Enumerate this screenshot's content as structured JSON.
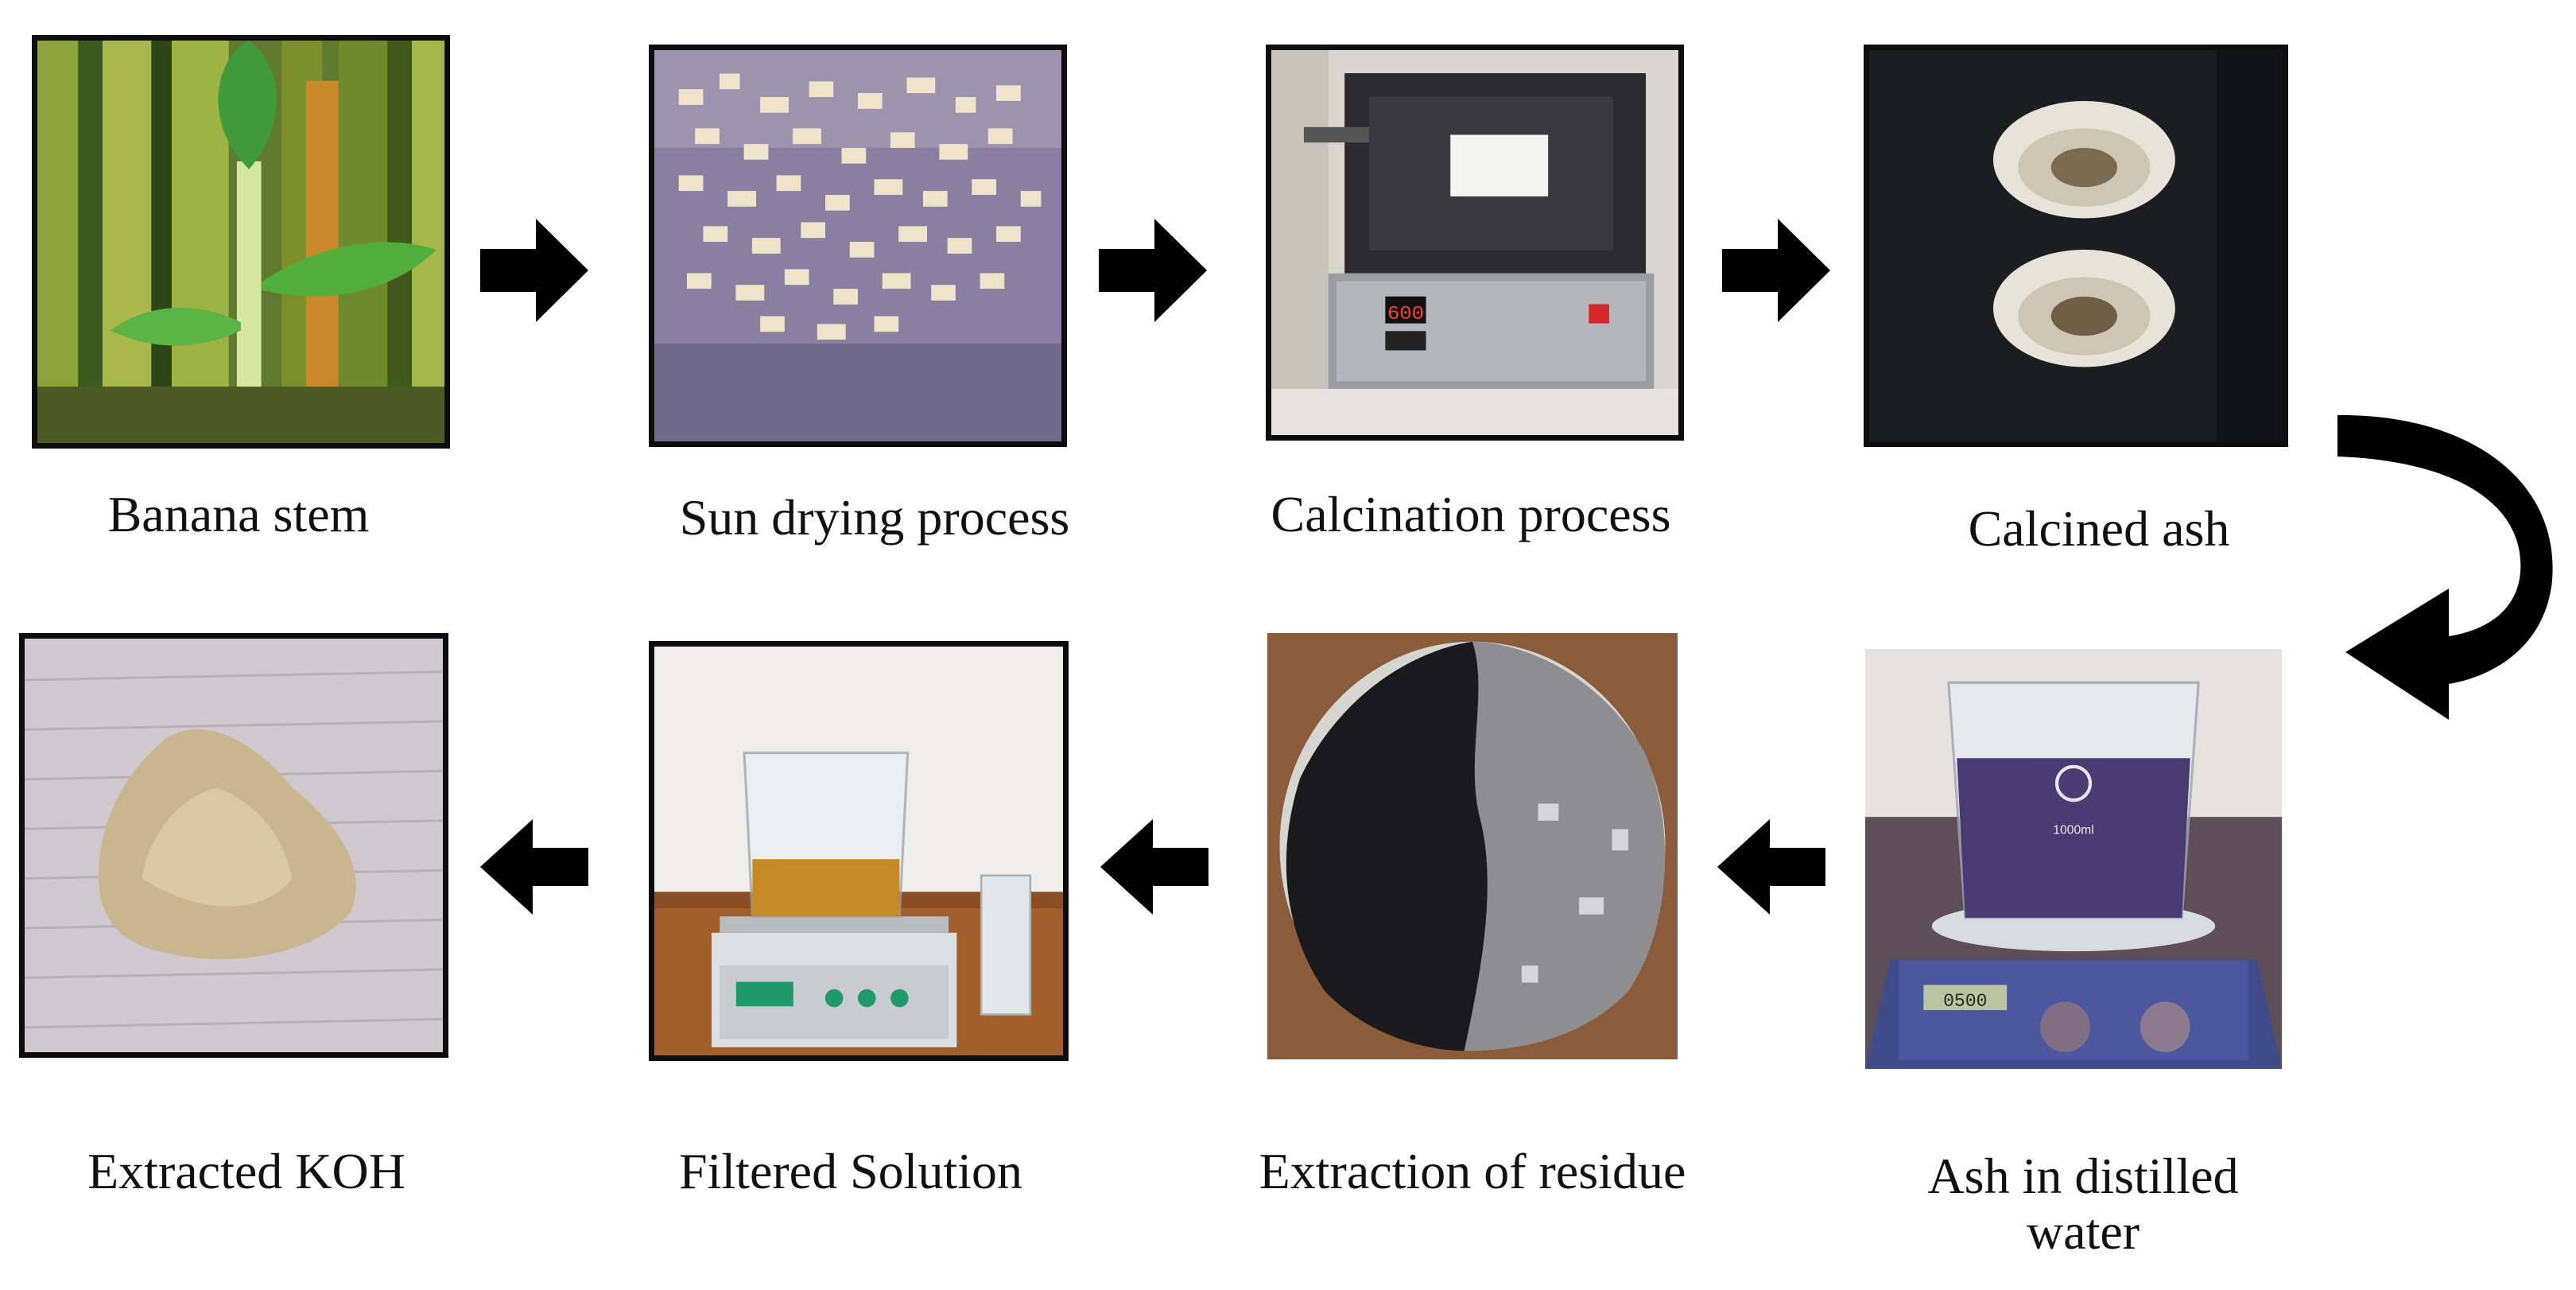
{
  "steps": [
    {
      "caption": "Banana stem",
      "icon": "banana-plant"
    },
    {
      "caption": "Sun drying process",
      "icon": "dried-chips"
    },
    {
      "caption": "Calcination process",
      "icon": "muffle-furnace"
    },
    {
      "caption": "Calcined ash",
      "icon": "crucibles-with-ash"
    },
    {
      "caption": "Ash in distilled water",
      "icon": "beaker-on-stirrer"
    },
    {
      "caption": "Extraction of residue",
      "icon": "black-residue"
    },
    {
      "caption": "Filtered Solution",
      "icon": "beaker-on-balance"
    },
    {
      "caption": "Extracted KOH",
      "icon": "powder-pile"
    }
  ],
  "furnace_display": "600",
  "stirrer_display": "0500",
  "beaker_label": "1000ml",
  "colors": {
    "arrow": "#000000",
    "frame": "#0d0d0d",
    "solution": "#4a3a73"
  }
}
